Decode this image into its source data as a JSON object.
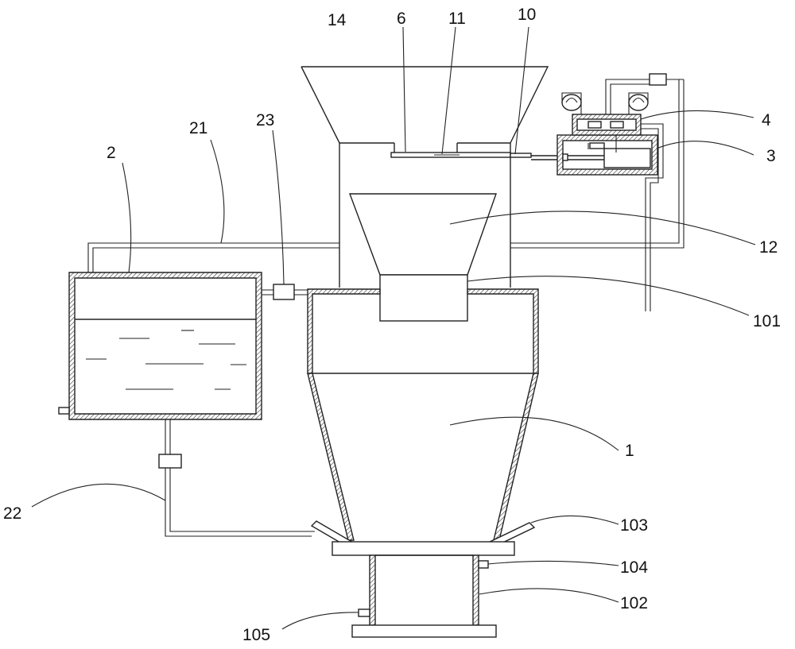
{
  "callouts": [
    {
      "id": "14",
      "text": "14"
    },
    {
      "id": "6",
      "text": "6"
    },
    {
      "id": "11",
      "text": "11"
    },
    {
      "id": "10",
      "text": "10"
    },
    {
      "id": "21",
      "text": "21"
    },
    {
      "id": "23",
      "text": "23"
    },
    {
      "id": "2",
      "text": "2"
    },
    {
      "id": "4",
      "text": "4"
    },
    {
      "id": "3",
      "text": "3"
    },
    {
      "id": "12",
      "text": "12"
    },
    {
      "id": "101",
      "text": "101"
    },
    {
      "id": "1",
      "text": "1"
    },
    {
      "id": "22",
      "text": "22"
    },
    {
      "id": "103",
      "text": "103"
    },
    {
      "id": "104",
      "text": "104"
    },
    {
      "id": "102",
      "text": "102"
    },
    {
      "id": "105",
      "text": "105"
    }
  ],
  "colors": {
    "line": "#222222",
    "background": "#ffffff"
  }
}
